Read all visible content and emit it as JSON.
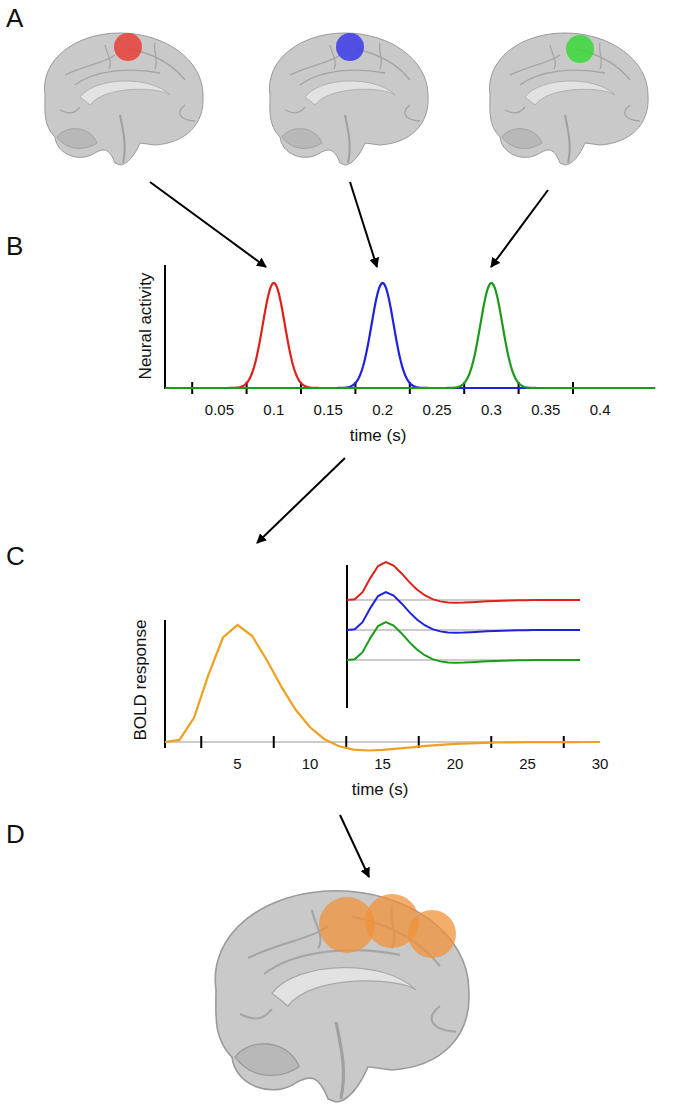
{
  "diagram": {
    "labels": [
      "A",
      "B",
      "Neural activity",
      "0.05",
      "0.1",
      "0.15",
      "0.2",
      "0.25",
      "0.3",
      "0.35",
      "0.4",
      "time (s)",
      "C",
      "BOLD response",
      "5",
      "10",
      "15",
      "20",
      "25",
      "30",
      "time (s)",
      "D"
    ]
  }
}
